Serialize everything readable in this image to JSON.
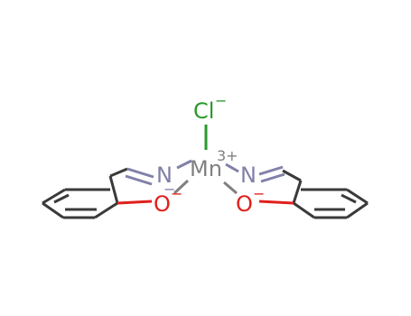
{
  "molecule": {
    "chloride": {
      "symbol": "Cl",
      "charge": "−"
    },
    "metal": {
      "symbol": "Mn",
      "charge": "3+"
    },
    "nitrogen_left": {
      "symbol": "N",
      "charge": "−"
    },
    "nitrogen_right": {
      "symbol": "N"
    },
    "oxygen_left": {
      "symbol": "O",
      "charge": "−"
    },
    "oxygen_right": {
      "symbol": "O",
      "charge": "−"
    }
  },
  "colors": {
    "carbon": "#3a3a3a",
    "nitrogen": "#8080a8",
    "oxygen": "#e0201c",
    "chlorine": "#2a9a2a",
    "metal": "#808080"
  }
}
